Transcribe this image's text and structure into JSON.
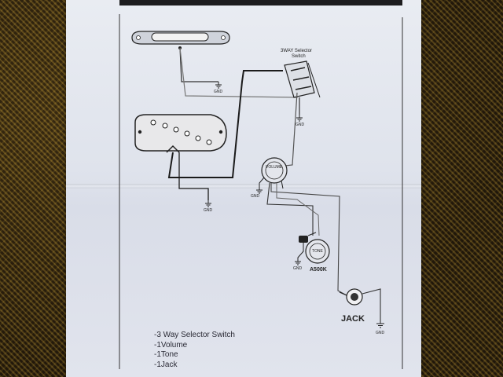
{
  "labels": {
    "selector_line1": "3WAY Selector",
    "selector_line2": "Switch",
    "volume": "VOLUME",
    "tone": "TONE",
    "pot_value": "A500K",
    "jack": "JACK",
    "gnd": "GND"
  },
  "parts_list": [
    "-3 Way Selector Switch",
    "-1Volume",
    "-1Tone",
    "-1Jack"
  ]
}
